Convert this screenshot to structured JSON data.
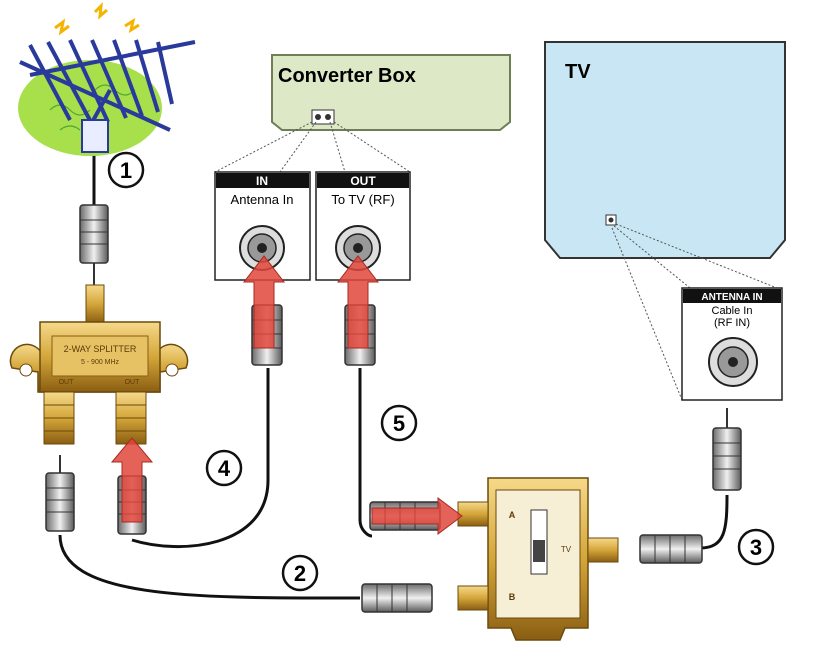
{
  "converter_box": {
    "title": "Converter Box",
    "in_header": "IN",
    "in_label": "Antenna In",
    "out_header": "OUT",
    "out_label": "To TV (RF)"
  },
  "tv": {
    "title": "TV",
    "port_header": "ANTENNA IN",
    "port_line1": "Cable In",
    "port_line2": "(RF IN)"
  },
  "splitter": {
    "text_line1": "2-WAY SPLITTER",
    "text_line2": "5 - 900 MHz",
    "port_left": "OUT",
    "port_right": "OUT"
  },
  "ab_switch": {
    "port_a": "A",
    "port_b": "B",
    "center": "TV"
  },
  "steps": [
    "1",
    "2",
    "3",
    "4",
    "5"
  ],
  "colors": {
    "converter_fill": "#dde9c6",
    "tv_fill": "#c8e6f4",
    "arrow": "#e0463c",
    "brass": "#d4a63a",
    "cable": "#111111",
    "antenna": "#2a3a9c",
    "antenna_bg": "#a7e04a"
  }
}
